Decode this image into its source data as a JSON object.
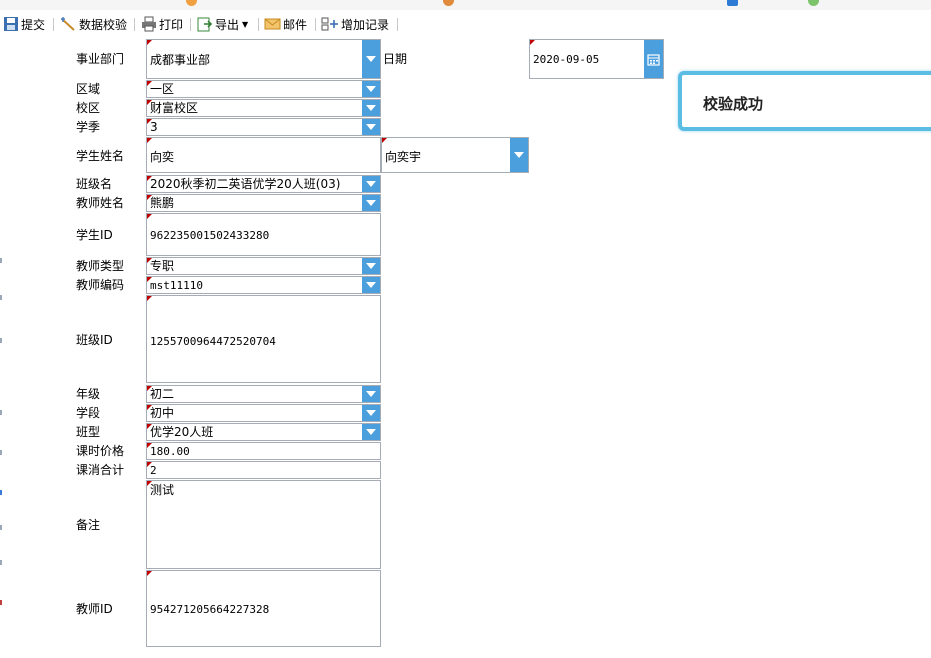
{
  "toolbar": {
    "submit": "提交",
    "validate": "数据校验",
    "print": "打印",
    "export": "导出",
    "mail": "邮件",
    "add_record": "增加记录"
  },
  "form": {
    "dept_label": "事业部门",
    "dept_value": "成都事业部",
    "date_label": "日期",
    "date_value": "2020-09-05",
    "region_label": "区域",
    "region_value": "一区",
    "campus_label": "校区",
    "campus_value": "财富校区",
    "season_label": "学季",
    "season_value": "3",
    "student_name_label": "学生姓名",
    "student_name_value": "向奕",
    "student_name_select": "向奕宇",
    "class_name_label": "班级名",
    "class_name_value": "2020秋季初二英语优学20人班(03)",
    "teacher_name_label": "教师姓名",
    "teacher_name_value": "熊鹏",
    "student_id_label": "学生ID",
    "student_id_value": "962235001502433280",
    "teacher_type_label": "教师类型",
    "teacher_type_value": "专职",
    "teacher_code_label": "教师编码",
    "teacher_code_value": "mst11110",
    "class_id_label": "班级ID",
    "class_id_value": "1255700964472520704",
    "grade_label": "年级",
    "grade_value": "初二",
    "stage_label": "学段",
    "stage_value": "初中",
    "class_type_label": "班型",
    "class_type_value": "优学20人班",
    "hour_price_label": "课时价格",
    "hour_price_value": "180.00",
    "total_label": "课消合计",
    "total_value": "2",
    "remark_label": "备注",
    "remark_value": "测试",
    "teacher_id_label": "教师ID",
    "teacher_id_value": "954271205664227328"
  },
  "toast": {
    "message": "校验成功"
  },
  "colors": {
    "accent": "#4a9fdc",
    "toast_border": "#5bbce4",
    "required_marker": "#c00000"
  }
}
